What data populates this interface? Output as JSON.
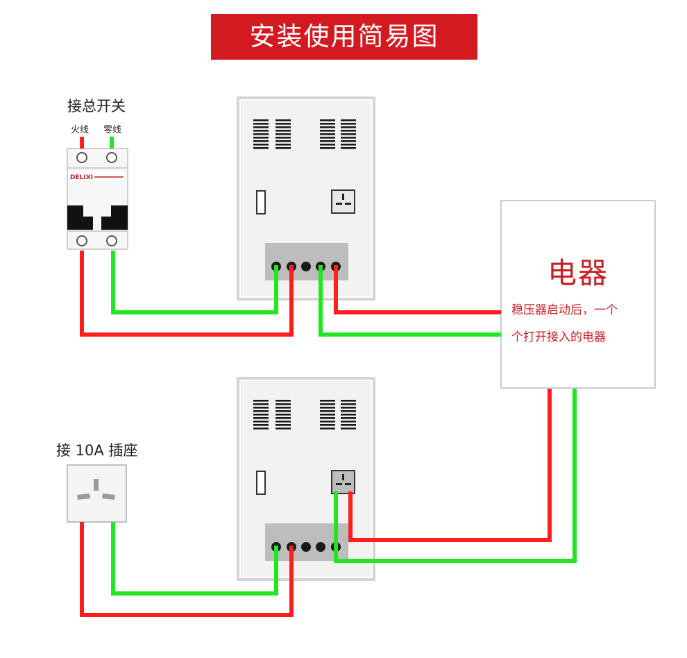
{
  "title": "安装使用简易图",
  "top_label": "接总开关",
  "live_label": "火线",
  "neutral_label": "零线",
  "breaker_brand": "DELIXI",
  "socket_label": "接 10A 插座",
  "appliance": {
    "title": "电器",
    "note_line1": "稳压器启动后，一个",
    "note_line2": "个打开接入的电器"
  },
  "colors": {
    "banner": "#d21a20",
    "live": "#ff1e1e",
    "neutral": "#22e622",
    "accent_text": "#cc1c22"
  }
}
